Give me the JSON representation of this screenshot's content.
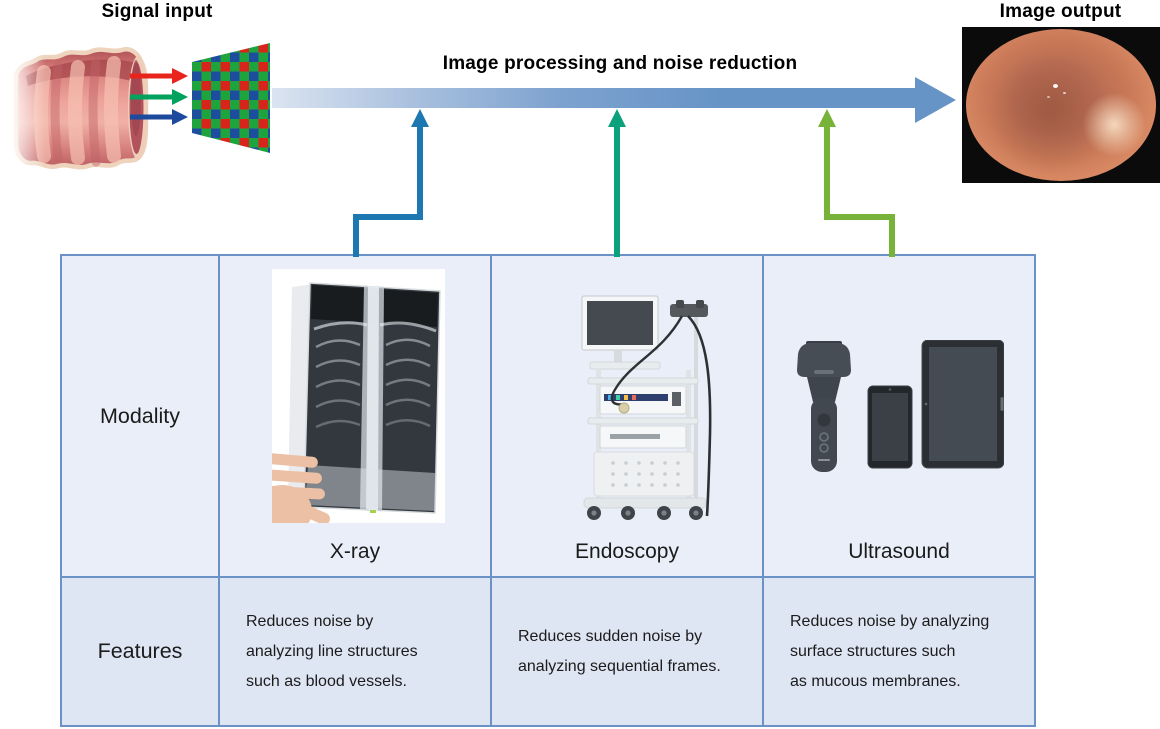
{
  "stage": {
    "signal_input_label": "Signal input",
    "processing_label": "Image processing and noise reduction",
    "image_output_label": "Image output"
  },
  "table": {
    "row_headers": [
      "Modality",
      "Features"
    ],
    "columns": [
      {
        "name": "X-ray",
        "feature_lines": [
          "Reduces noise by",
          "analyzing line structures",
          "such as blood vessels."
        ]
      },
      {
        "name": "Endoscopy",
        "feature_lines": [
          "Reduces sudden noise by",
          "analyzing sequential frames."
        ]
      },
      {
        "name": "Ultrasound",
        "feature_lines": [
          "Reduces noise by analyzing",
          "surface structures such",
          "as mucous membranes."
        ]
      }
    ]
  },
  "colors": {
    "table_border": "#6b92c6",
    "cell_bg_light": "#eaeef8",
    "cell_bg_features": "#dee5f3",
    "big_arrow_start": "#dbe4f1",
    "big_arrow_end": "#6694c6",
    "connector_xray": "#1d78b2",
    "connector_endoscopy": "#0ba17c",
    "connector_ultrasound": "#77b239",
    "signal_red": "#e8241c",
    "signal_green": "#00a25d",
    "signal_blue": "#1c4a9c",
    "sensor_red": "#d8251c",
    "sensor_green": "#1ea43d",
    "sensor_blue": "#1d4e9e"
  }
}
